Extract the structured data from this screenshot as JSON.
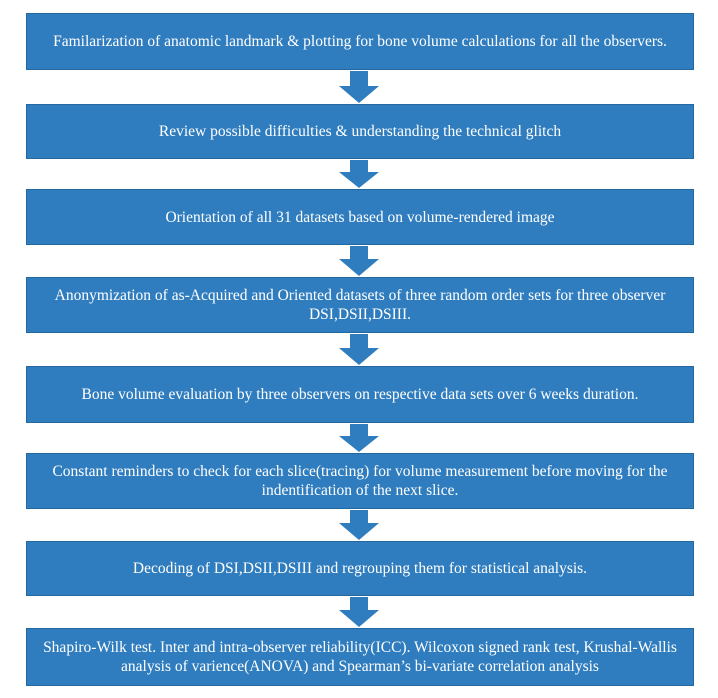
{
  "diagram": {
    "steps": [
      {
        "text": "Familarization of anatomic landmark & plotting for bone volume calculations for all the observers."
      },
      {
        "text": "Review possible difficulties & understanding the technical glitch"
      },
      {
        "text": "Orientation of all 31 datasets based on volume-rendered image"
      },
      {
        "text": "Anonymization of as-Acquired and Oriented datasets of three random order sets for three observer DSI,DSII,DSIII."
      },
      {
        "text": "Bone volume evaluation by three observers on respective data sets over 6 weeks duration."
      },
      {
        "text": "Constant reminders to check for each slice(tracing) for volume measurement before moving for the indentification of the next slice."
      },
      {
        "text": "Decoding of DSI,DSII,DSIII and regrouping them for statistical analysis."
      },
      {
        "text": "Shapiro-Wilk test. Inter and intra-observer reliability(ICC). Wilcoxon signed rank test, Krushal-Wallis analysis of varience(ANOVA) and Spearman’s bi-variate correlation analysis"
      }
    ],
    "colors": {
      "box_fill": "#2f7dbe",
      "box_text": "#ffffff",
      "arrow": "#2f7dbe"
    }
  }
}
